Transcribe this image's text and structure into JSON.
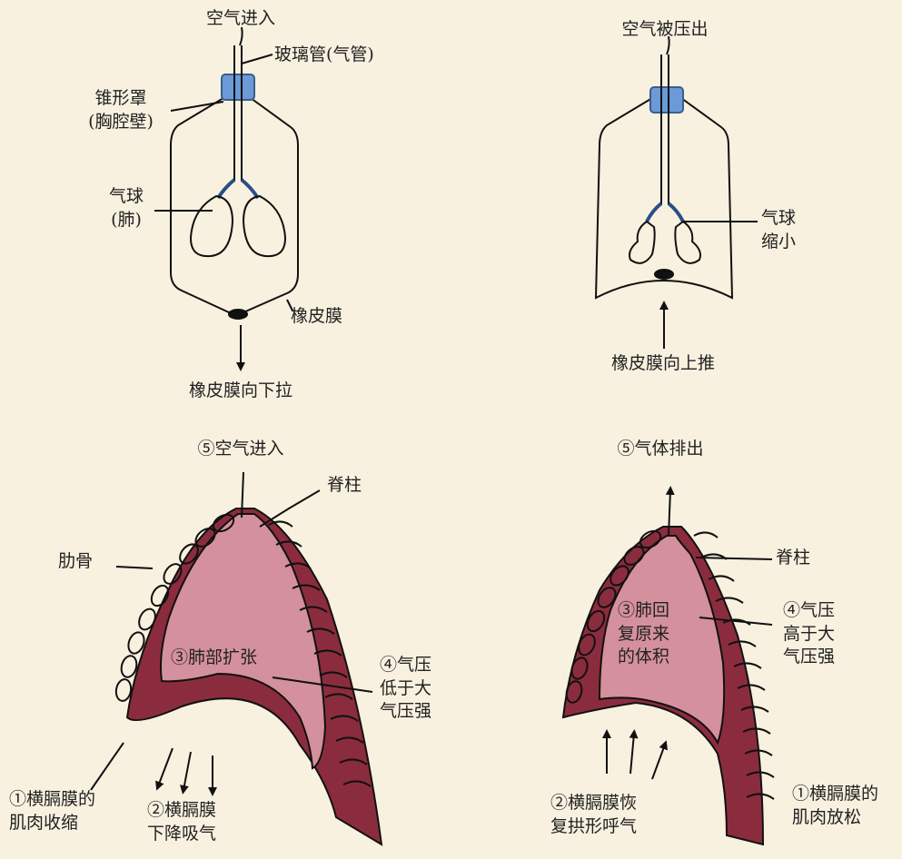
{
  "model_inhale": {
    "air_label": "空气进入",
    "tube_label": "玻璃管(气管)",
    "bell_label": [
      "锥形罩",
      "(胸腔壁)"
    ],
    "balloon_label": [
      "气球",
      "(肺)"
    ],
    "membrane_label": "橡皮膜",
    "pull_label": "橡皮膜向下拉"
  },
  "model_exhale": {
    "air_label": "空气被压出",
    "balloon_label": [
      "气球",
      "缩小"
    ],
    "push_label": "橡皮膜向上推"
  },
  "thorax_inhale": {
    "air_label": "⑤空气进入",
    "spine_label": "脊柱",
    "rib_label": "肋骨",
    "lung_label": "③肺部扩张",
    "pressure_label": [
      "④气压",
      "低于大",
      "气压强"
    ],
    "diaphragm_muscle_label": [
      "①横膈膜的",
      "肌肉收缩"
    ],
    "diaphragm_move_label": [
      "②横膈膜",
      "下降吸气"
    ]
  },
  "thorax_exhale": {
    "air_label": "⑤气体排出",
    "spine_label": "脊柱",
    "lung_label": [
      "③肺回",
      "复原来",
      "的体积"
    ],
    "pressure_label": [
      "④气压",
      "高于大",
      "气压强"
    ],
    "diaphragm_move_label": [
      "②横膈膜恢",
      "复拱形呼气"
    ],
    "diaphragm_muscle_label": [
      "①横膈膜的",
      "肌肉放松"
    ]
  },
  "colors": {
    "background": "#f8f1e0",
    "stopper": "#6b9ad6",
    "chest_wall": "#8b2c3e",
    "lung_fill": "#d4909c",
    "line": "#111111"
  }
}
